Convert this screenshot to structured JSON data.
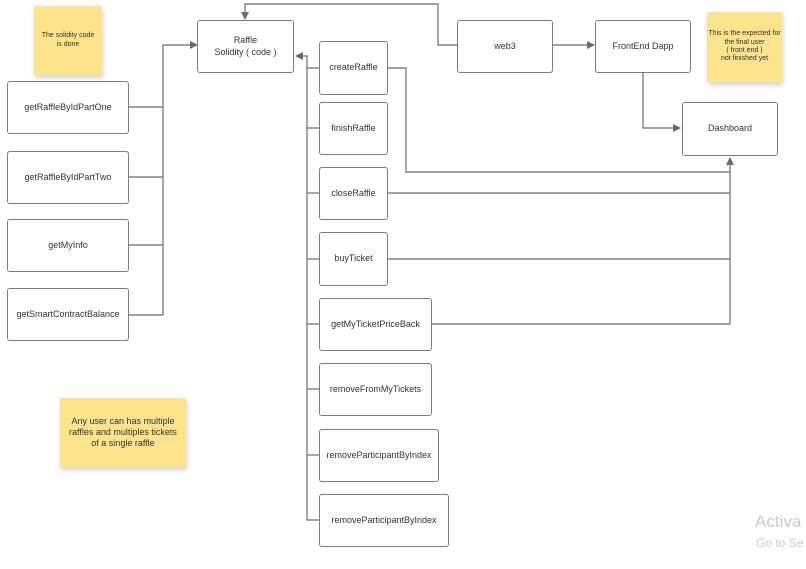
{
  "nodes": {
    "raffle": {
      "label": "Raffle\nSolidity ( code )"
    },
    "web3": {
      "label": "web3"
    },
    "frontend": {
      "label": "FrontEnd Dapp"
    },
    "dashboard": {
      "label": "Dashboard"
    },
    "getRaffleByIdPartOne": {
      "label": "getRaffleByIdPartOne"
    },
    "getRaffleByIdPartTwo": {
      "label": "getRaffleByIdPartTwo"
    },
    "getMyInfo": {
      "label": "getMyInfo"
    },
    "getSmartContractBalance": {
      "label": "getSmartContractBalance"
    },
    "createRaffle": {
      "label": "createRaffle"
    },
    "finishRaffle": {
      "label": "finishRaffle"
    },
    "closeRaffle": {
      "label": "closeRaffle"
    },
    "buyTicket": {
      "label": "buyTicket"
    },
    "getMyTicketPriceBack": {
      "label": "getMyTicketPriceBack"
    },
    "removeFromMyTickets": {
      "label": "removeFromMyTickets"
    },
    "removeParticipantByIndex1": {
      "label": "removeParticipantByIndex"
    },
    "removeParticipantByIndex2": {
      "label": "removeParticipantByIndex"
    }
  },
  "notes": {
    "solidity_done": "The solidity code\nis done",
    "expected": "This is the expected for\nthe final user\n( front end )\nnot finished yet",
    "any_user": "Any user can has multiple\nraffles and multiples tickets\nof a single raffle"
  },
  "watermark": {
    "line1": "Activa",
    "line2": "Go to Se"
  }
}
